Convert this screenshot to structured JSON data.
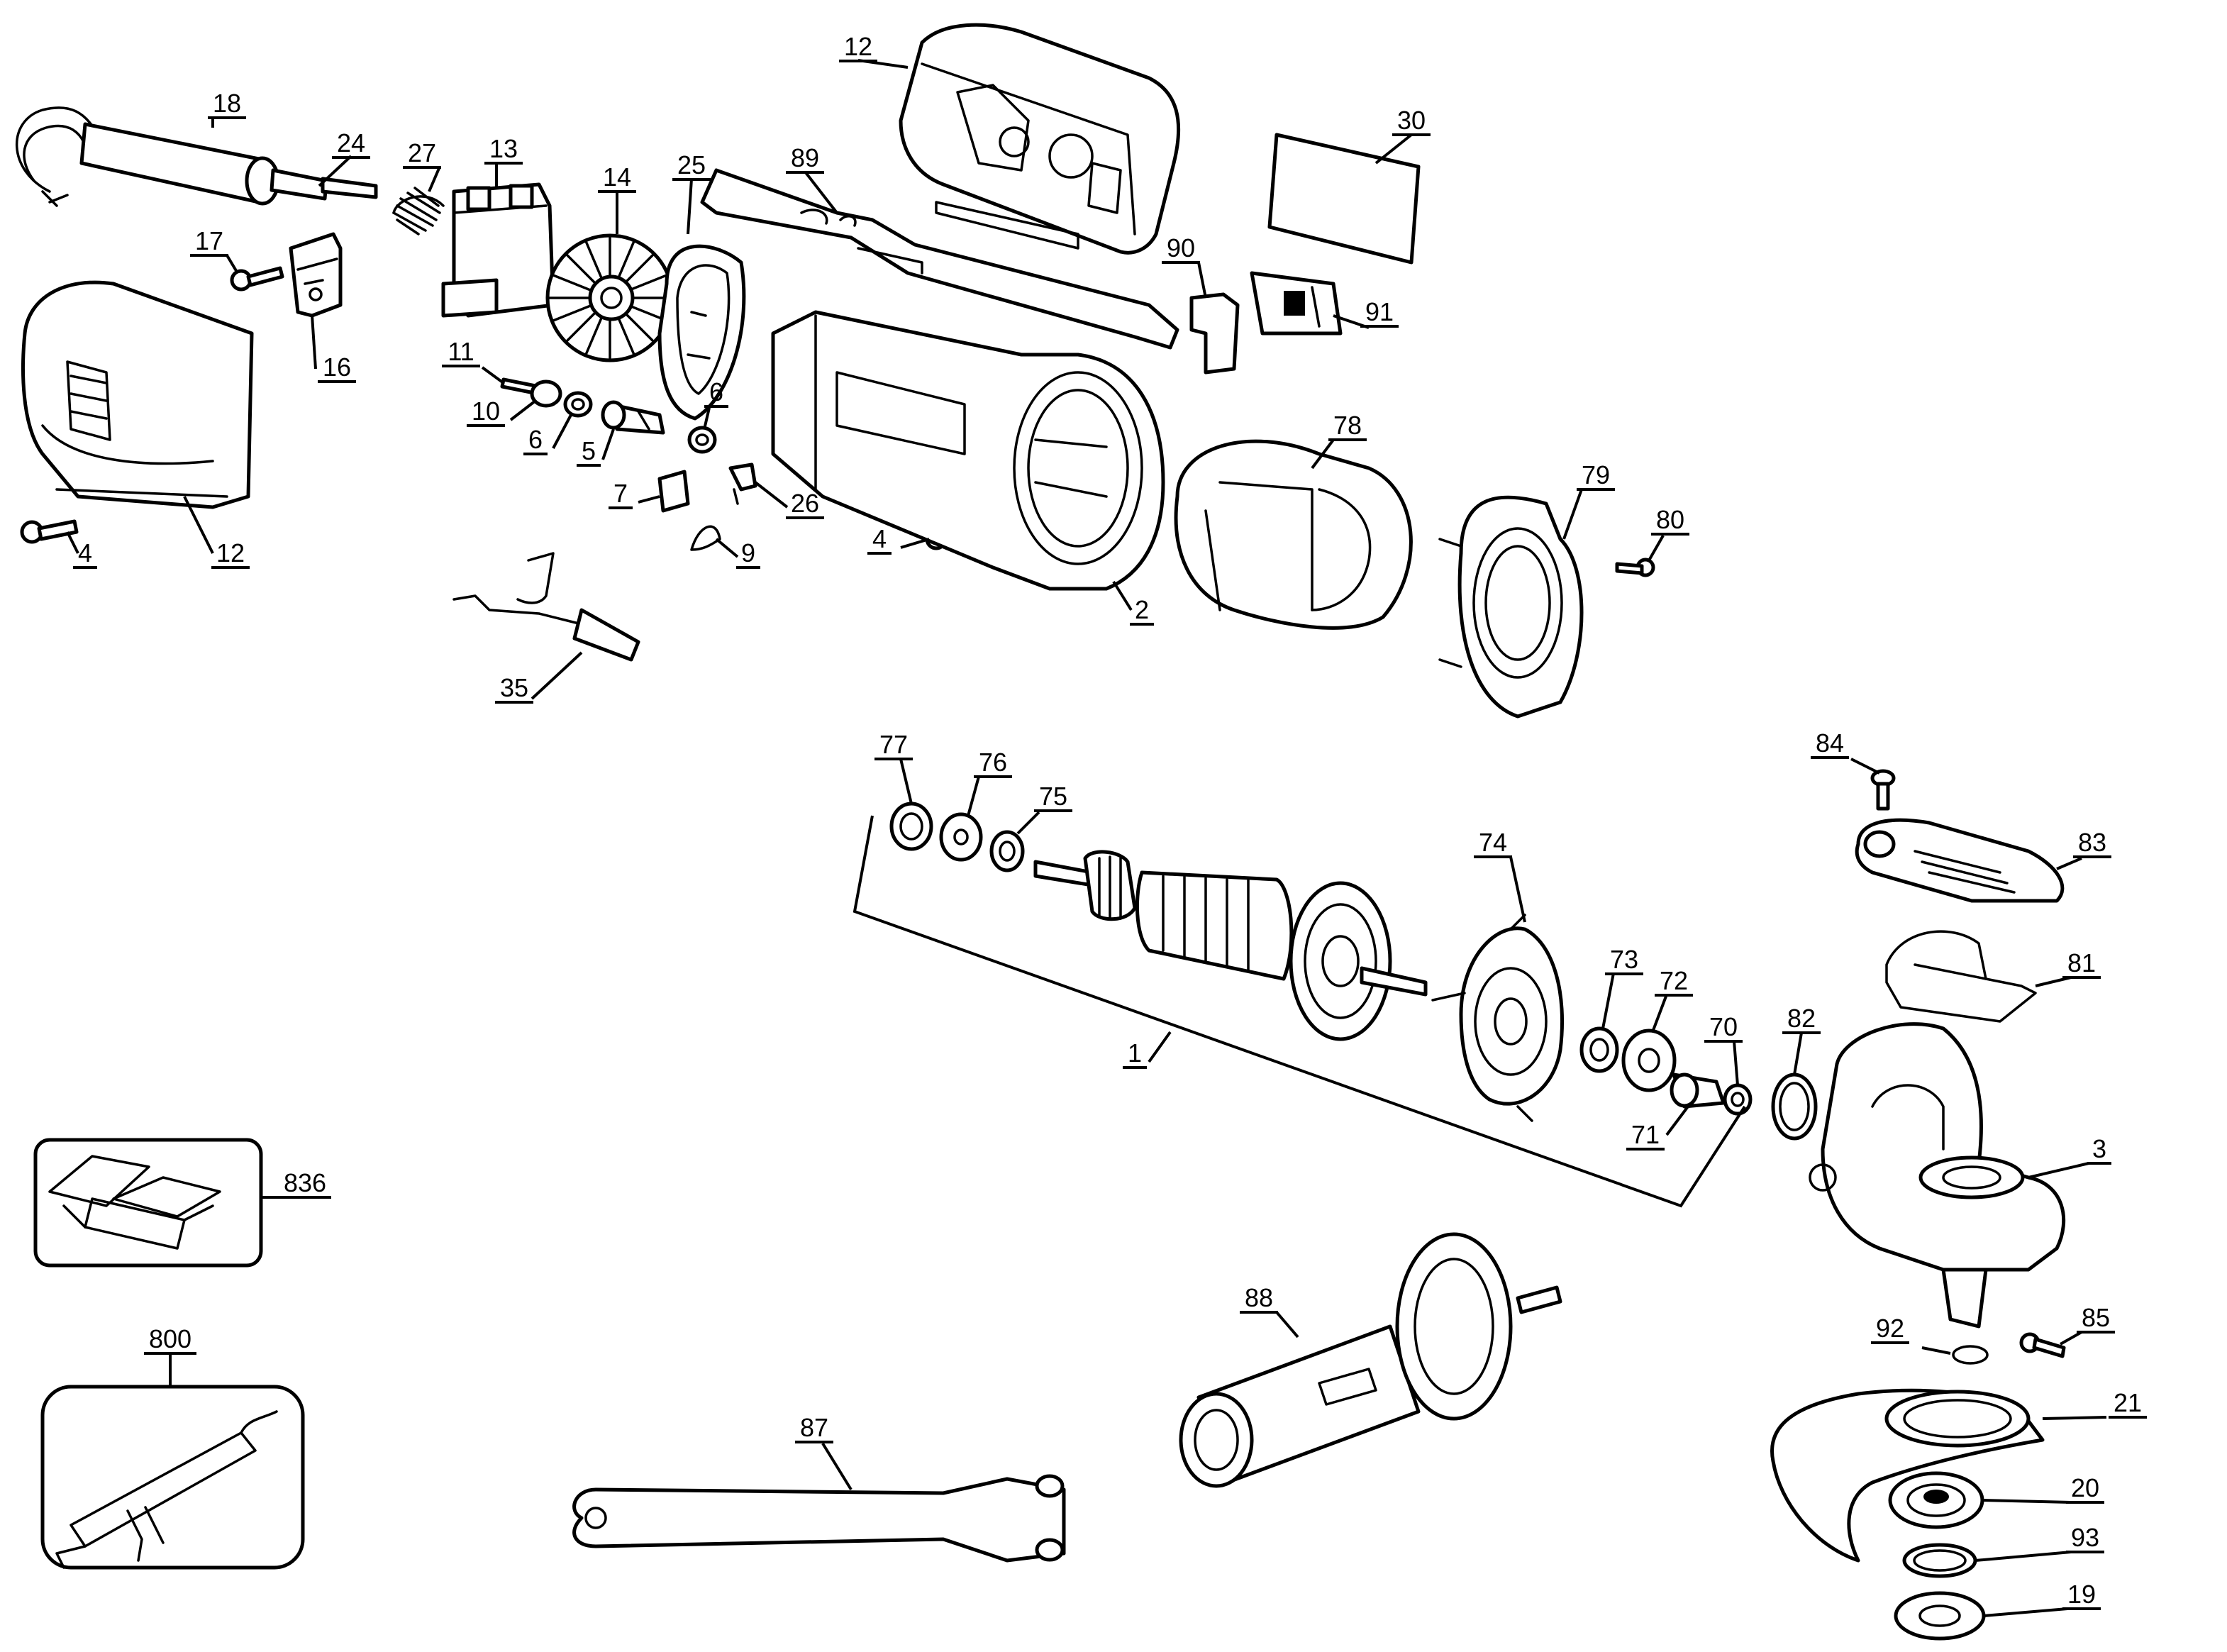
{
  "callouts": [
    {
      "id": "c12a",
      "label": "12"
    },
    {
      "id": "c18",
      "label": "18"
    },
    {
      "id": "c24",
      "label": "24"
    },
    {
      "id": "c27",
      "label": "27"
    },
    {
      "id": "c13",
      "label": "13"
    },
    {
      "id": "c14",
      "label": "14"
    },
    {
      "id": "c25",
      "label": "25"
    },
    {
      "id": "c89",
      "label": "89"
    },
    {
      "id": "c30",
      "label": "30"
    },
    {
      "id": "c17",
      "label": "17"
    },
    {
      "id": "c16",
      "label": "16"
    },
    {
      "id": "c90",
      "label": "90"
    },
    {
      "id": "c91",
      "label": "91"
    },
    {
      "id": "c11",
      "label": "11"
    },
    {
      "id": "c10",
      "label": "10"
    },
    {
      "id": "c6a",
      "label": "6"
    },
    {
      "id": "c6b",
      "label": "6"
    },
    {
      "id": "c5",
      "label": "5"
    },
    {
      "id": "c7",
      "label": "7"
    },
    {
      "id": "c26",
      "label": "26"
    },
    {
      "id": "c9",
      "label": "9"
    },
    {
      "id": "c4a",
      "label": "4"
    },
    {
      "id": "c12b",
      "label": "12"
    },
    {
      "id": "c4b",
      "label": "4"
    },
    {
      "id": "c2",
      "label": "2"
    },
    {
      "id": "c78",
      "label": "78"
    },
    {
      "id": "c79",
      "label": "79"
    },
    {
      "id": "c80",
      "label": "80"
    },
    {
      "id": "c35",
      "label": "35"
    },
    {
      "id": "c77",
      "label": "77"
    },
    {
      "id": "c76",
      "label": "76"
    },
    {
      "id": "c75",
      "label": "75"
    },
    {
      "id": "c84",
      "label": "84"
    },
    {
      "id": "c83",
      "label": "83"
    },
    {
      "id": "c74",
      "label": "74"
    },
    {
      "id": "c81",
      "label": "81"
    },
    {
      "id": "c73",
      "label": "73"
    },
    {
      "id": "c72",
      "label": "72"
    },
    {
      "id": "c70",
      "label": "70"
    },
    {
      "id": "c82",
      "label": "82"
    },
    {
      "id": "c1",
      "label": "1"
    },
    {
      "id": "c71",
      "label": "71"
    },
    {
      "id": "c3",
      "label": "3"
    },
    {
      "id": "c836",
      "label": "836"
    },
    {
      "id": "c88",
      "label": "88"
    },
    {
      "id": "c92",
      "label": "92"
    },
    {
      "id": "c85",
      "label": "85"
    },
    {
      "id": "c800",
      "label": "800"
    },
    {
      "id": "c21",
      "label": "21"
    },
    {
      "id": "c87",
      "label": "87"
    },
    {
      "id": "c20",
      "label": "20"
    },
    {
      "id": "c93",
      "label": "93"
    },
    {
      "id": "c19",
      "label": "19"
    }
  ]
}
